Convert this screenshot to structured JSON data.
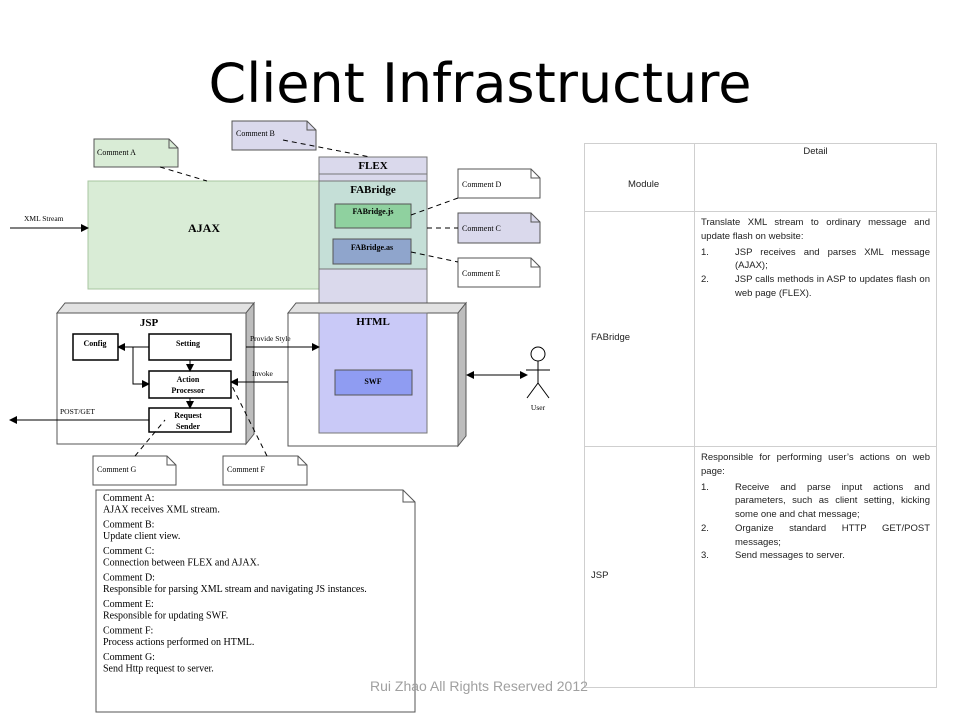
{
  "slide": {
    "title": "Client Infrastructure",
    "footer": "Rui Zhao All Rights Reserved 2012"
  },
  "diagram": {
    "ajax_label": "AJAX",
    "flex_label": "FLEX",
    "fabridge_label": "FABridge",
    "fabridge_js_label": "FABridge.js",
    "fabridge_as_label": "FABridge.as",
    "jsp_label": "JSP",
    "html_label": "HTML",
    "swf_label": "SWF",
    "config_label": "Config",
    "setting_label": "Setting",
    "action_processor_line1": "Action",
    "action_processor_line2": "Processor",
    "request_sender_line1": "Request",
    "request_sender_line2": "Sender",
    "user_label": "User",
    "xml_stream_label": "XML Stream",
    "post_get_label": "POST/GET",
    "provide_style_label": "Provide Style",
    "invoke_label": "Invoke",
    "comments": {
      "a": "Comment A",
      "b": "Comment B",
      "c": "Comment C",
      "d": "Comment D",
      "e": "Comment E",
      "f": "Comment F",
      "g": "Comment G"
    },
    "notes": [
      "Comment A:",
      "AJAX receives XML stream.",
      "Comment B:",
      "Update client view.",
      "Comment C:",
      "Connection between FLEX and AJAX.",
      "Comment D:",
      "Responsible for parsing XML stream and navigating JS instances.",
      "Comment E:",
      "Responsible for updating SWF.",
      "Comment F:",
      "Process actions performed on HTML.",
      "Comment G:",
      "Send Http request to server."
    ]
  },
  "table": {
    "headers": {
      "module": "Module",
      "detail": "Detail"
    },
    "rows": [
      {
        "module": "FABridge",
        "intro": "Translate XML stream to ordinary message and update flash on website:",
        "items": [
          {
            "num": "1.",
            "text": "JSP receives and parses XML message (AJAX);"
          },
          {
            "num": "2.",
            "text": "JSP calls methods in ASP to updates flash on web page (FLEX)."
          }
        ]
      },
      {
        "module": "JSP",
        "intro": "Responsible for performing user’s actions on web page:",
        "items": [
          {
            "num": "1.",
            "text": "Receive and parse input actions and parameters, such as client setting, kicking some one and chat message;"
          },
          {
            "num": "2.",
            "text": "Organize standard HTTP GET/POST messages;"
          },
          {
            "num": "3.",
            "text": "Send messages to server."
          }
        ]
      }
    ]
  },
  "colors": {
    "ajax_fill": "#d9ecd6",
    "flex_fill": "#dad9ec",
    "fabridge_fill": "#c5dfd7",
    "fabridge_js_fill": "#8fd19f",
    "fabridge_as_fill": "#8fa5cc",
    "html_fill": "#c9c9f7",
    "swf_fill": "#8f9cf2"
  }
}
